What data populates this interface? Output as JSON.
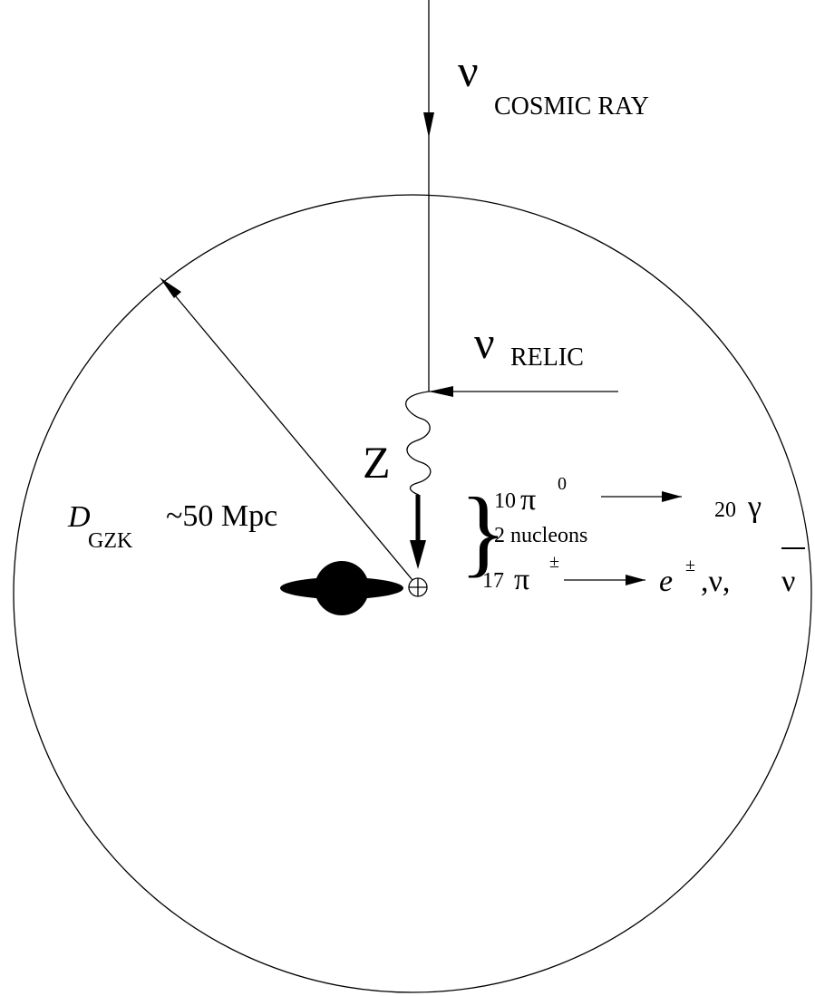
{
  "labels": {
    "nu_symbol": "ν",
    "cosmic_ray_subscript": "COSMIC RAY",
    "relic_subscript": "RELIC",
    "z_boson": "Z",
    "d_symbol": "D",
    "gzk_subscript": "GZK",
    "gzk_value": "~50 Mpc",
    "pi0_count": "10",
    "pi_symbol": "π",
    "pi0_superscript": "0",
    "gamma_product": "20",
    "gamma_symbol": "γ",
    "nucleons": "2 nucleons",
    "pipm_count": "17",
    "pm_superscript": "±",
    "electron_symbol": "e",
    "electron_superscript": "±",
    "neutrino_list": ",ν,",
    "antineutrino_symbol": "ν",
    "brace": "}"
  },
  "icons": {
    "earth": "circle-plus-icon",
    "galaxy": "galaxy-icon"
  }
}
